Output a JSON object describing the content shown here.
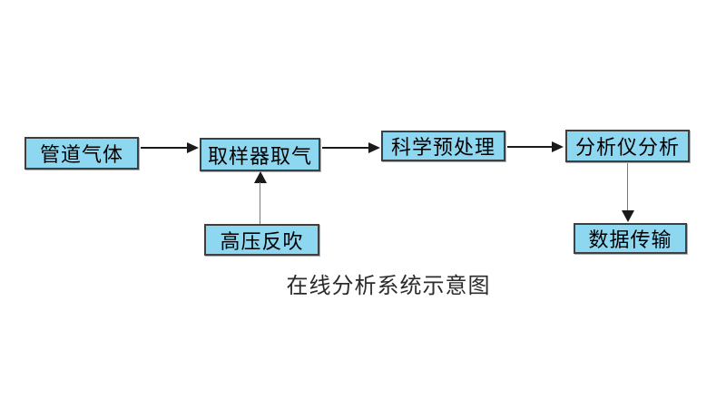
{
  "diagram": {
    "caption": "在线分析系统示意图",
    "nodes": [
      {
        "id": "pipeline-gas",
        "label": "管道气体"
      },
      {
        "id": "sampler-intake",
        "label": "取样器取气"
      },
      {
        "id": "pretreatment",
        "label": "科学预处理"
      },
      {
        "id": "analyzer",
        "label": "分析仪分析"
      },
      {
        "id": "blowback",
        "label": "高压反吹"
      },
      {
        "id": "data-transmission",
        "label": "数据传输"
      }
    ],
    "edges": [
      {
        "from": "管道气体",
        "to": "取样器取气",
        "direction": "right"
      },
      {
        "from": "取样器取气",
        "to": "科学预处理",
        "direction": "right"
      },
      {
        "from": "科学预处理",
        "to": "分析仪分析",
        "direction": "right"
      },
      {
        "from": "高压反吹",
        "to": "取样器取气",
        "direction": "up"
      },
      {
        "from": "分析仪分析",
        "to": "数据传输",
        "direction": "down"
      }
    ],
    "colors": {
      "node_fill": "#8ED7F1",
      "node_border": "#3f3f3f",
      "node_text": "#000000",
      "arrow": "#1a1a1a",
      "caption_text": "#2b2b2b"
    }
  }
}
